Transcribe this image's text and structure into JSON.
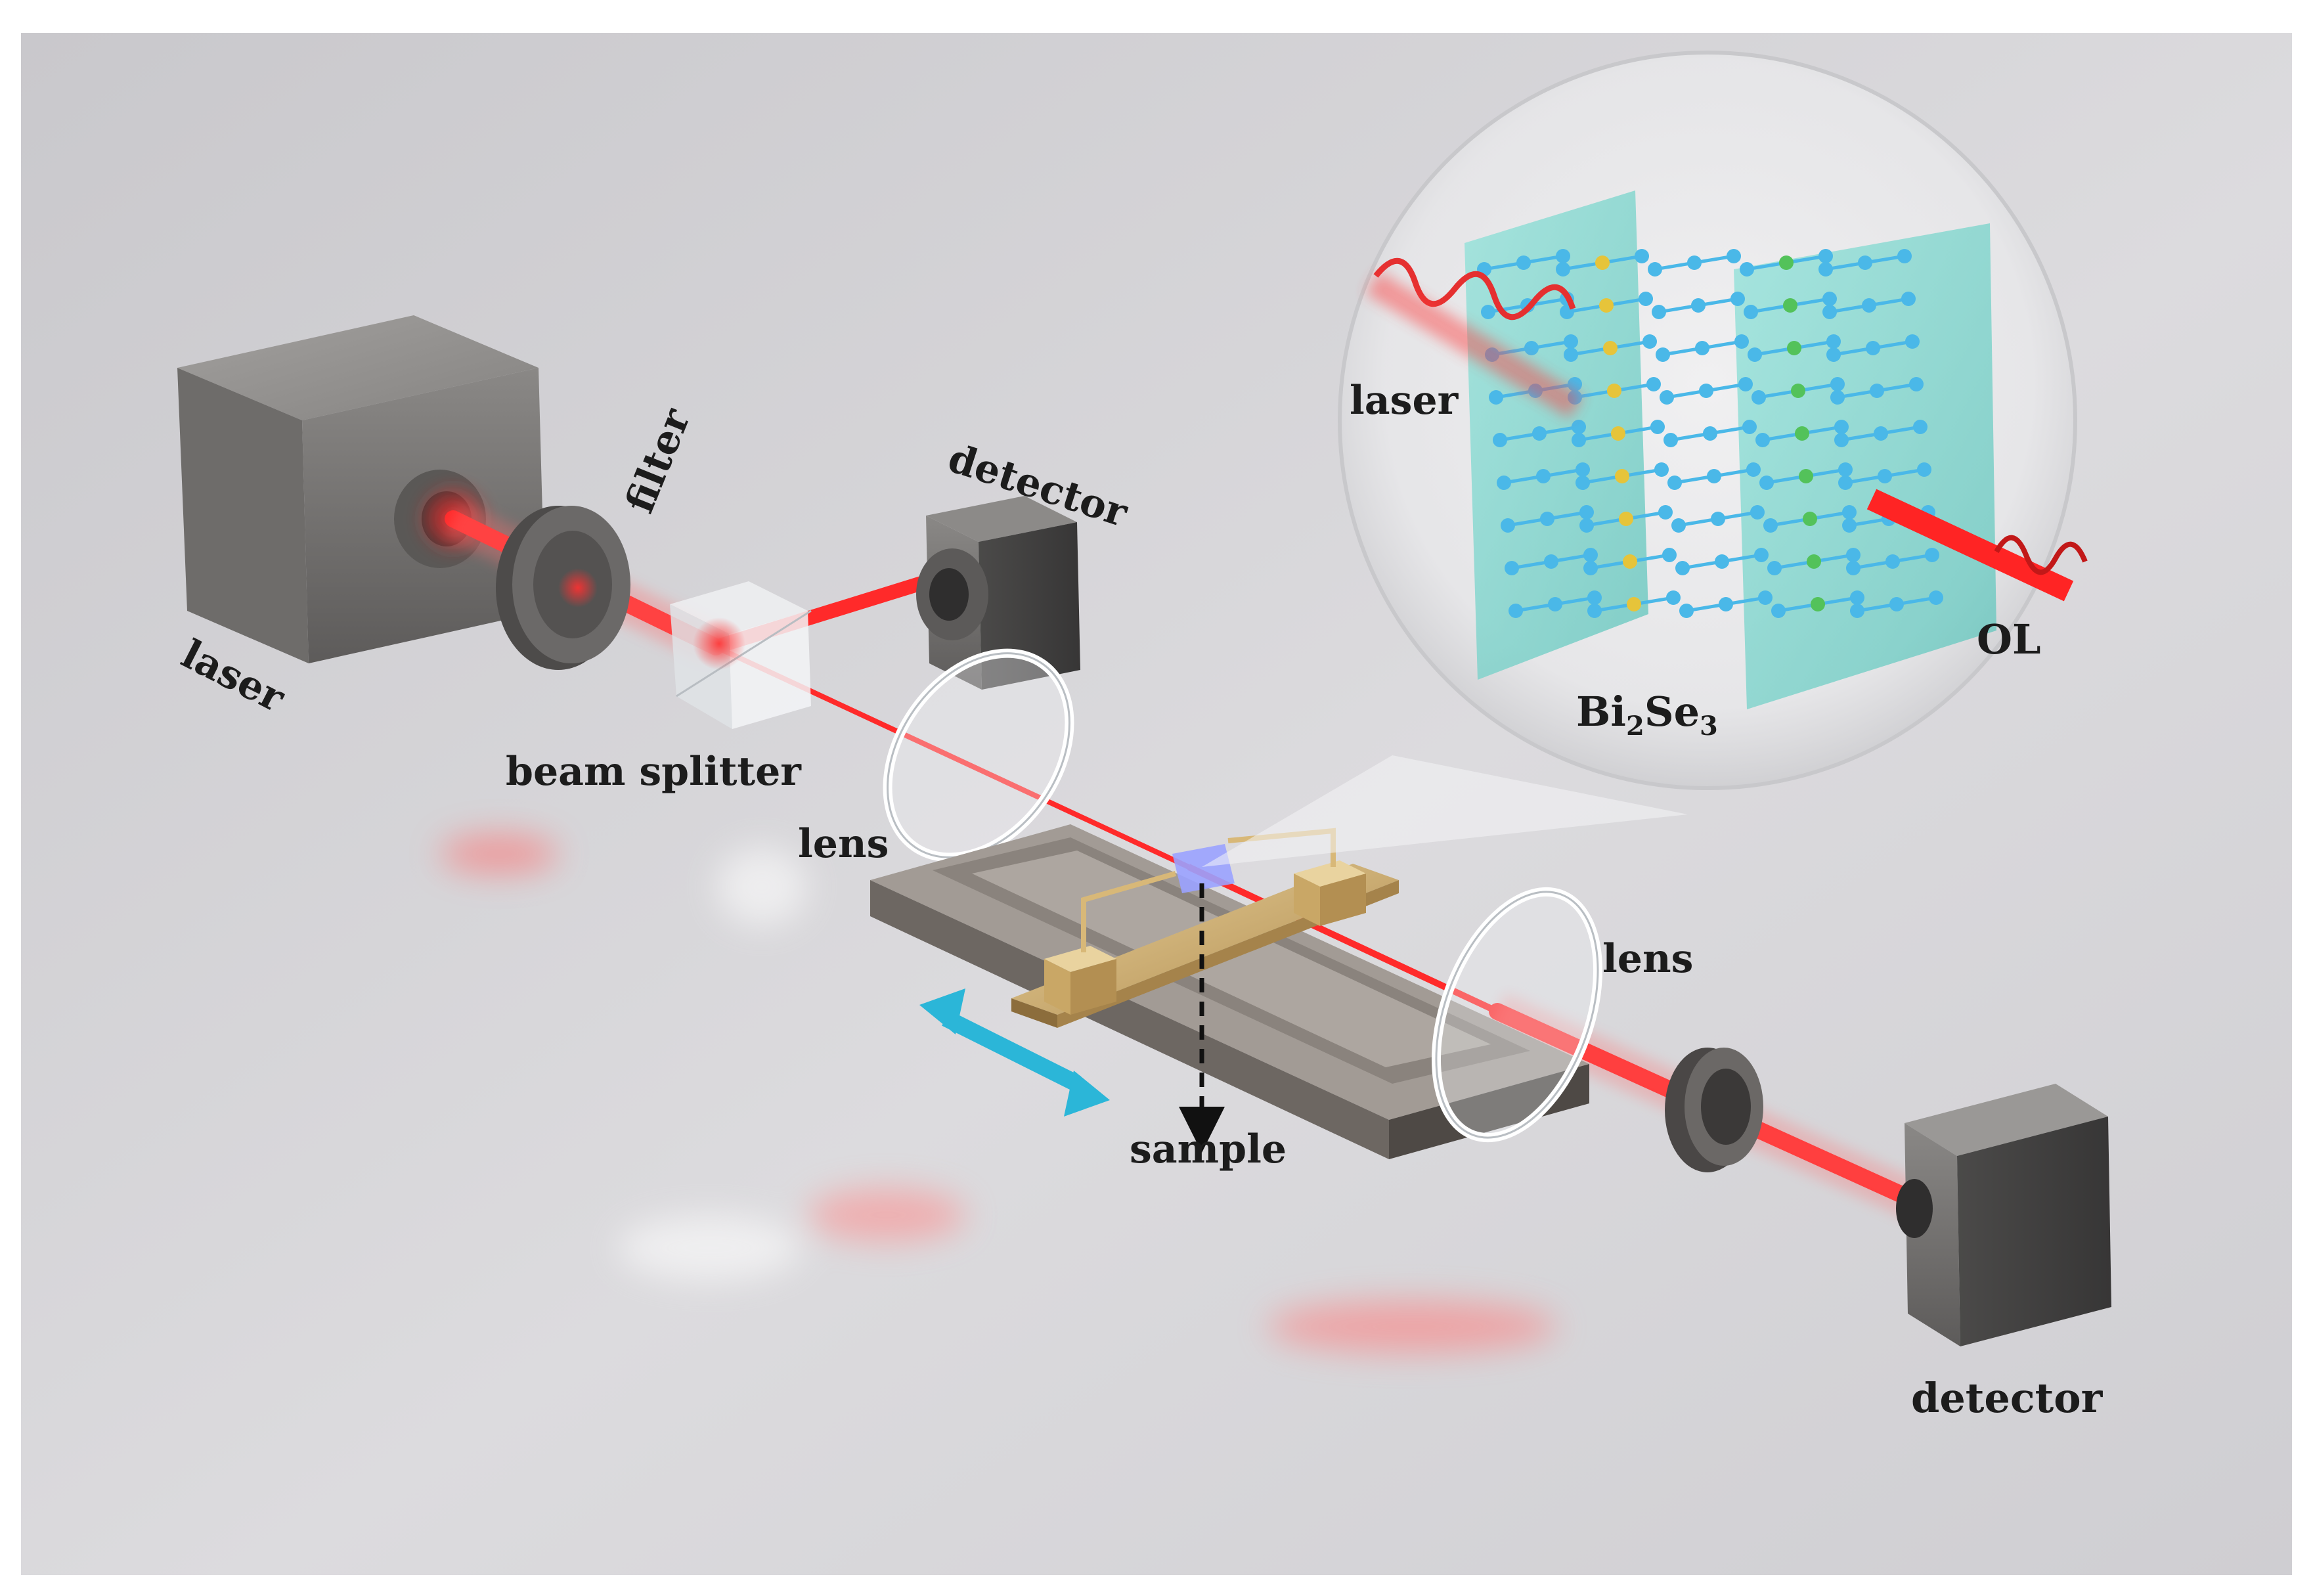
{
  "labels": {
    "laser_source": "laser",
    "filter": "filter",
    "detector_top": "detector",
    "beam_splitter": "beam splitter",
    "lens_left": "lens",
    "lens_right": "lens",
    "sample": "sample",
    "detector_bottom": "detector",
    "inset_laser": "laser",
    "inset_material_base1": "Bi",
    "inset_material_sub1": "2",
    "inset_material_base2": "Se",
    "inset_material_sub2": "3",
    "inset_output": "OL"
  },
  "colors": {
    "background": "#d6d5d9",
    "beam": "#ff2a2a",
    "stage_arrow": "#2bb6d8",
    "crystal_plate": "#7fd8d0",
    "atom_blue": "#4ab8e8",
    "atom_yellow": "#e6c43a",
    "atom_green": "#53c25a",
    "metal_block": "#6a6866",
    "gold_pad": "#c7a56a"
  }
}
